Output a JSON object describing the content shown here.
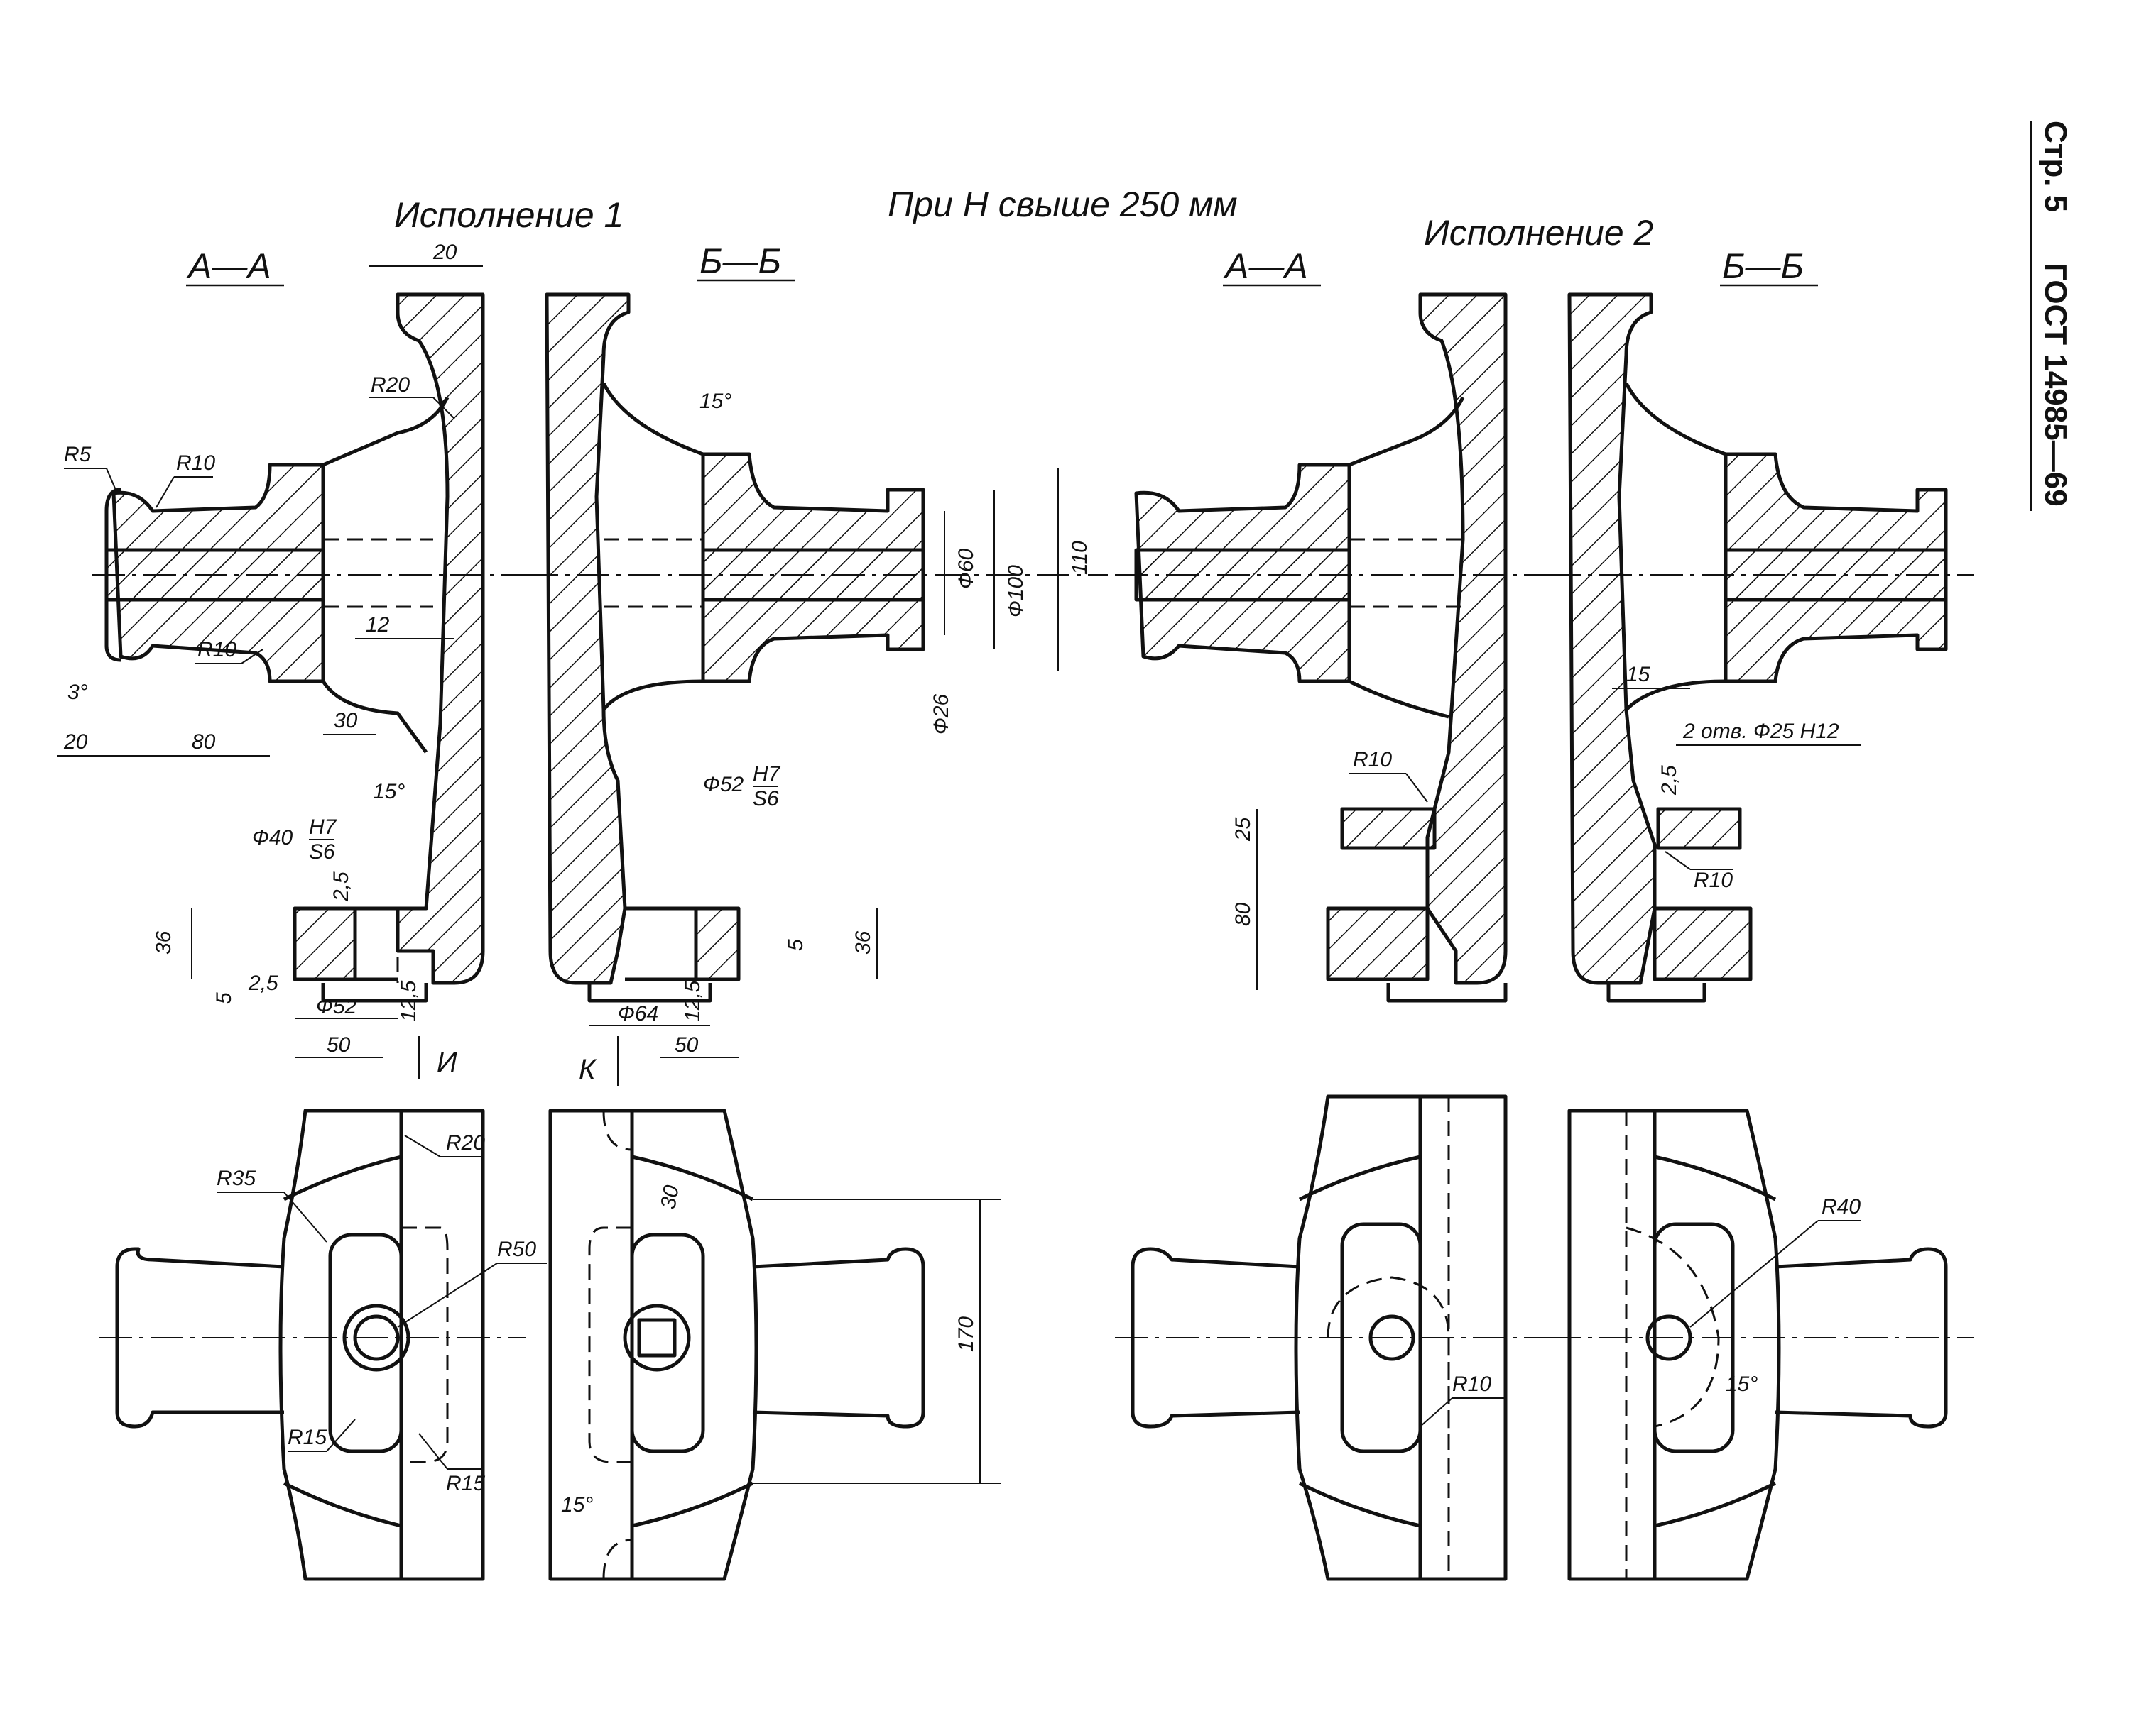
{
  "header": {
    "page": "Стр. 5",
    "standard": "ГОСТ 14985—69"
  },
  "caption": "При Н свыше 250 мм",
  "variants": {
    "v1": "Исполнение 1",
    "v2": "Исполнение 2"
  },
  "sections": {
    "aa": "А—А",
    "bb": "Б—Б"
  },
  "views": {
    "i": "И",
    "k": "К"
  },
  "dimensions": {
    "d20top": "20",
    "r20": "R20",
    "r5": "R5",
    "r10": "R10",
    "deg3": "3°",
    "d20": "20",
    "d80": "80",
    "d30": "30",
    "d12": "12",
    "deg15": "15°",
    "phi40": "Ф40",
    "fit_h7": "H7",
    "fit_s6": "S6",
    "d25": "2,5",
    "d36": "36",
    "d5": "5",
    "phi52": "Ф52",
    "d125": "12,5",
    "d50": "50",
    "phi60": "Ф60",
    "phi100": "Ф100",
    "d110": "110",
    "phi26": "Ф26",
    "phi64": "Ф64",
    "d15": "15",
    "holes": "2 отв. Ф25 Н12",
    "d25b": "25",
    "d80b": "80",
    "r35": "R35",
    "r50": "R50",
    "r15": "R15",
    "d30b": "30",
    "d170": "170",
    "r40": "R40"
  }
}
